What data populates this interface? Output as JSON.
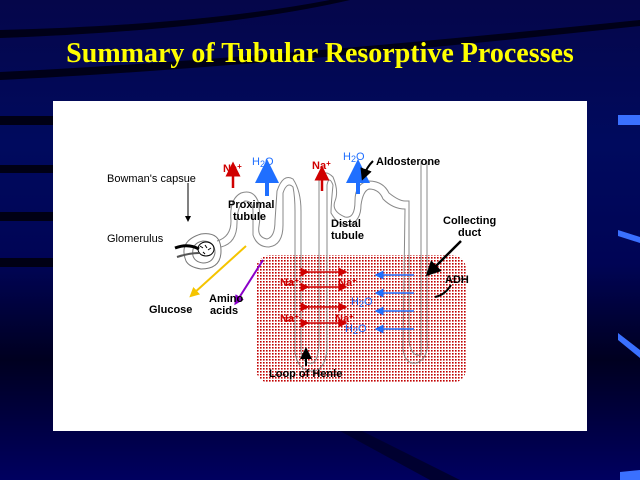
{
  "slide": {
    "title": "Summary of Tubular Resorptive Processes",
    "colors": {
      "title": "#ffff00",
      "background": "#000a5e",
      "sodium": "#d00000",
      "water": "#1f6fff",
      "glucose": "#f5c400",
      "amino_acids": "#8a00c8",
      "interstitium": "#c00000"
    }
  },
  "diagram": {
    "labels": {
      "bowmans_capsule": "Bowman's capsue",
      "glomerulus": "Glomerulus",
      "proximal_line1": "Proximal",
      "proximal_line2": "tubule",
      "distal_line1": "Distal",
      "distal_line2": "tubule",
      "aldosterone": "Aldosterone",
      "collecting_line1": "Collecting",
      "collecting_line2": "duct",
      "adh": "ADH",
      "glucose": "Glucose",
      "amino_line1": "Amino",
      "amino_line2": "acids",
      "loop_of_henle": "Loop of Henle"
    },
    "ions": {
      "na": "Na",
      "plus": "+",
      "h": "H",
      "two": "2",
      "o": "O"
    }
  }
}
